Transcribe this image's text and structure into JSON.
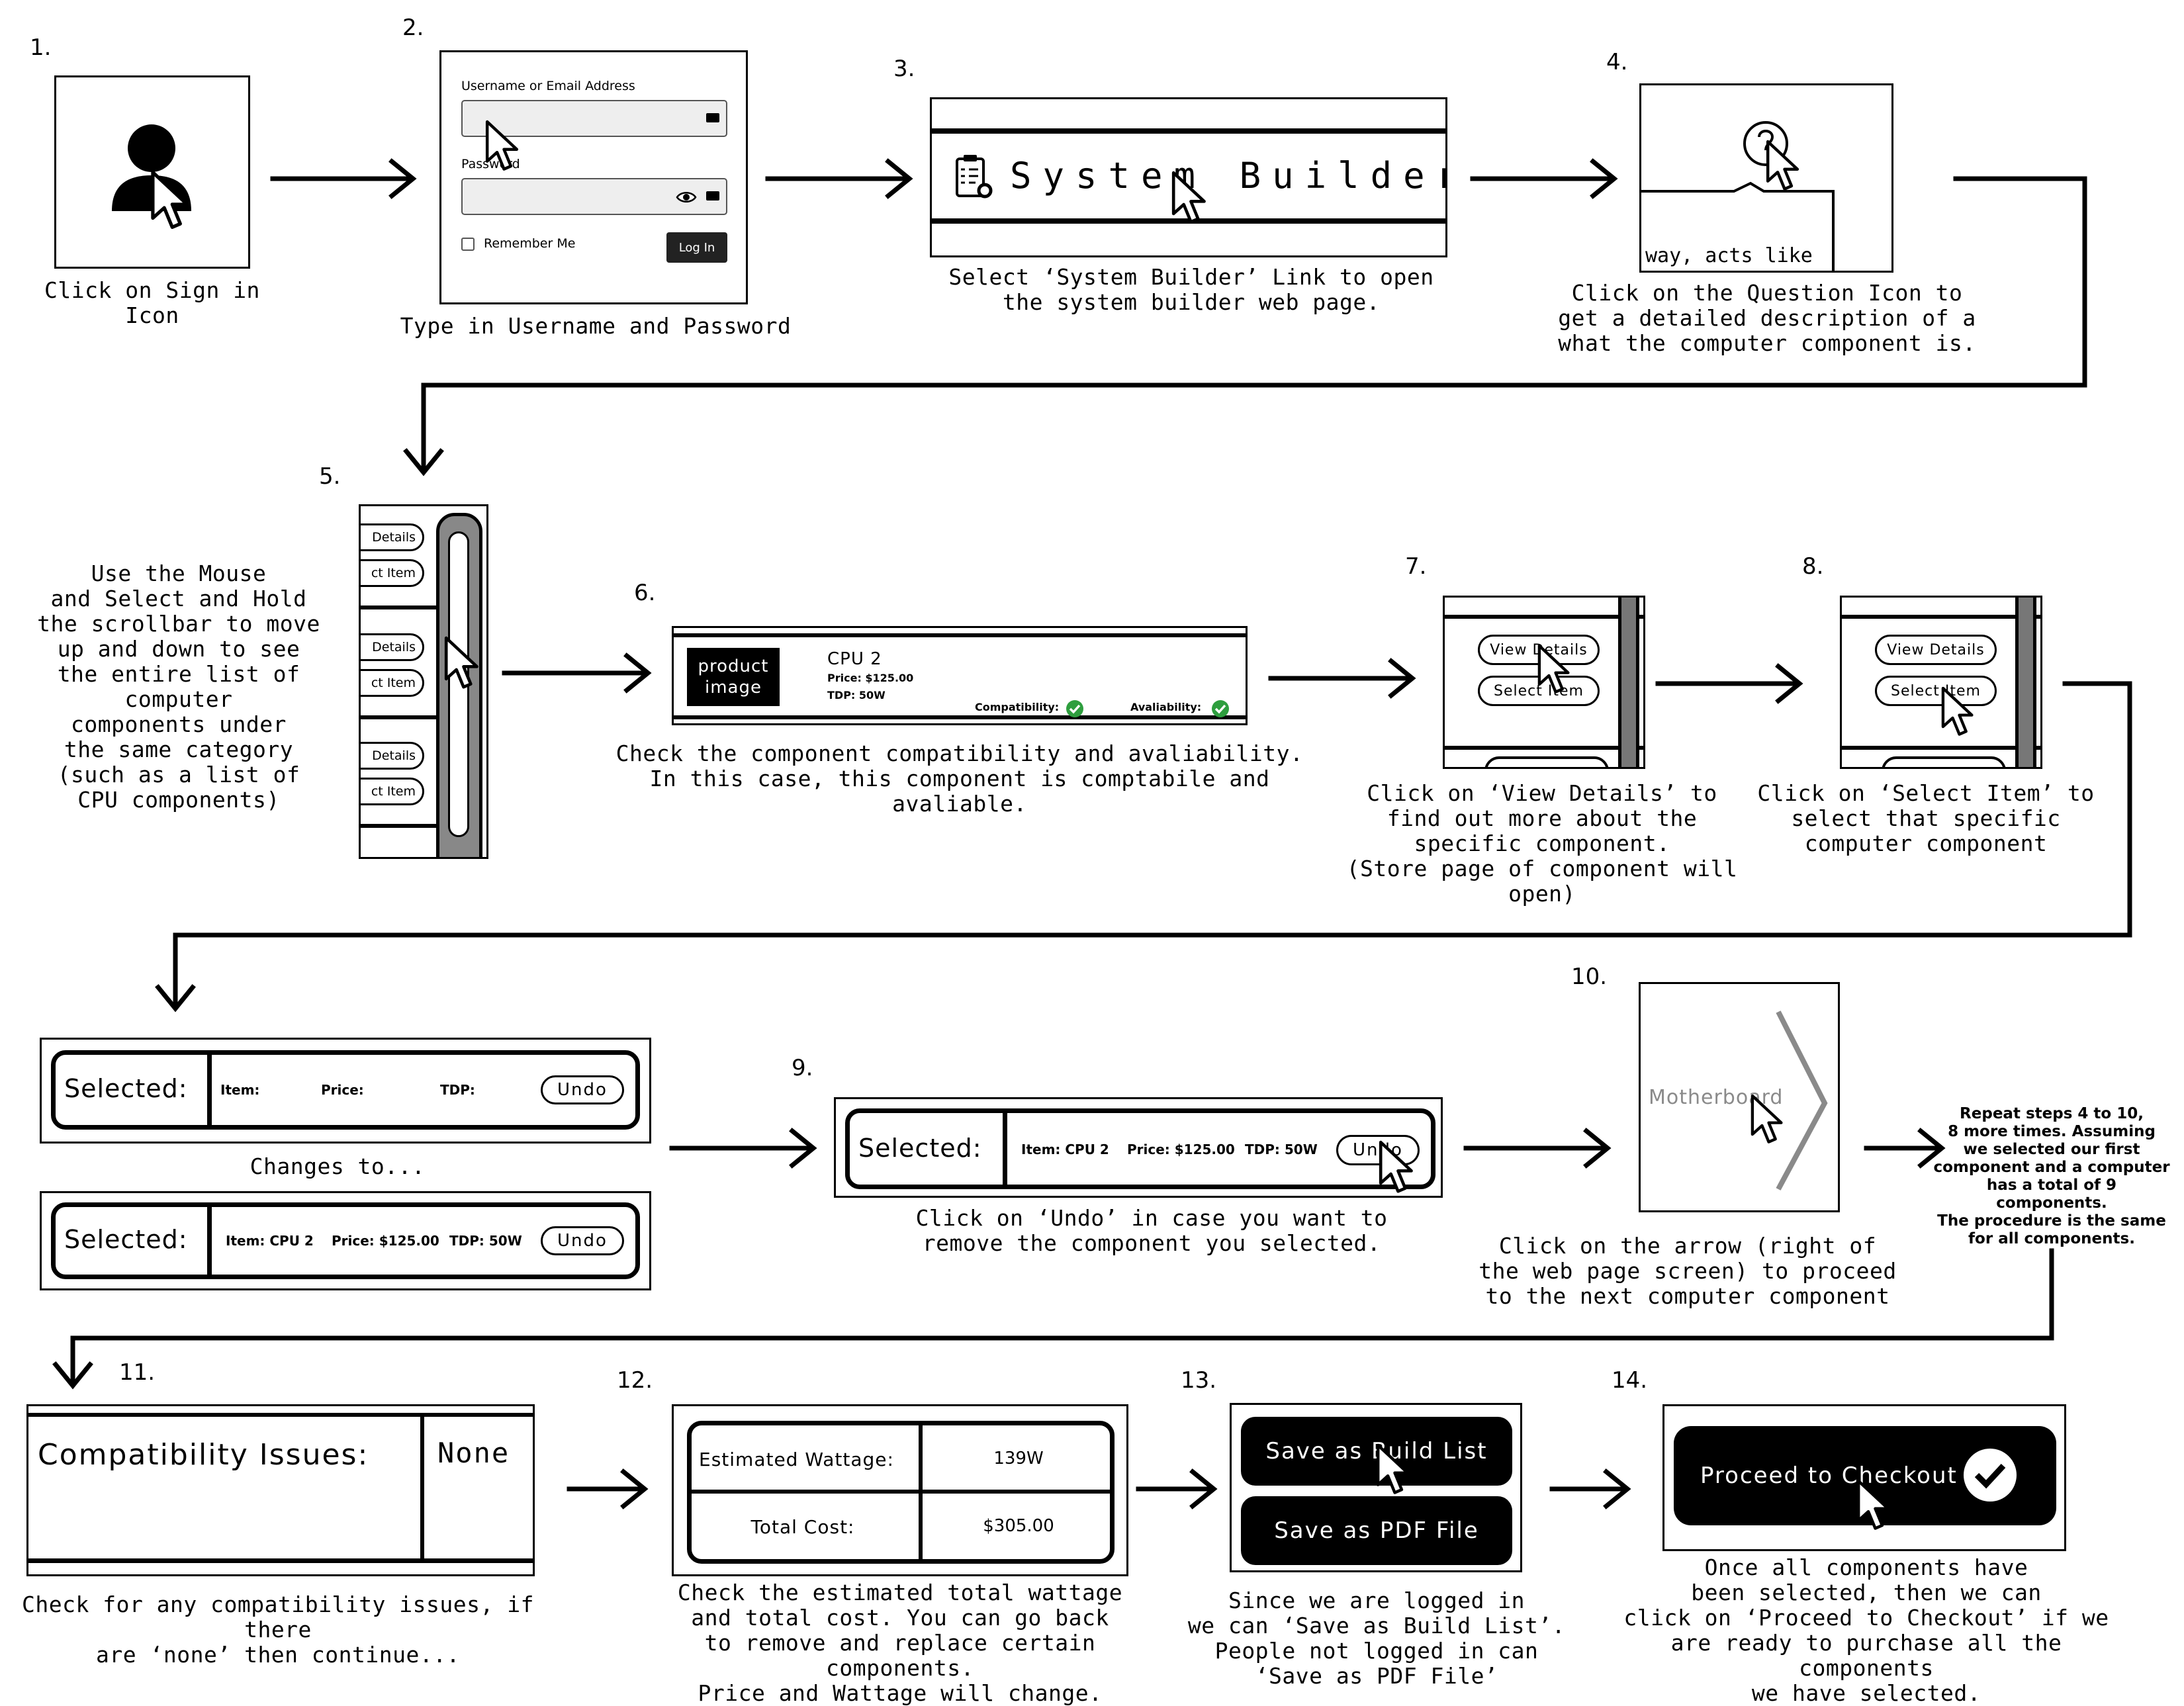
{
  "steps": {
    "s1": {
      "num": "1.",
      "caption": "Click on Sign in Icon"
    },
    "s2": {
      "num": "2.",
      "caption": "Type in Username and Password",
      "username_label": "Username or Email Address",
      "password_label": "Password",
      "remember_label": "Remember Me",
      "login_label": "Log In"
    },
    "s3": {
      "num": "3.",
      "caption": "Select ‘System Builder’ Link to open\nthe system builder web page.",
      "link_text": "System Builder"
    },
    "s4": {
      "num": "4.",
      "caption": "Click on the Question Icon to\nget a detailed description of a\nwhat the computer component is.",
      "tooltip_text": "way, acts like"
    },
    "s5": {
      "num": "5.",
      "caption": "Use the Mouse\nand Select and Hold\nthe scrollbar to move\nup and down to see\nthe entire list of computer\ncomponents under\nthe same category\n(such as a list of\nCPU components)",
      "details_label": "Details",
      "item_label": "ct Item"
    },
    "s6": {
      "num": "6.",
      "caption": "Check the component compatibility and avaliability.\nIn this case, this component is comptabile and avaliable.",
      "product_image": "product\nimage",
      "cpu_name": "CPU 2",
      "price": "Price: $125.00",
      "tdp": "TDP: 50W",
      "compat_label": "Compatibility:",
      "avail_label": "Avaliability:"
    },
    "s7": {
      "num": "7.",
      "caption": "Click on ‘View Details’ to\nfind out more about the\nspecific component.\n(Store page of component will open)",
      "view_label": "View Details",
      "select_label": "Select Item"
    },
    "s8": {
      "num": "8.",
      "caption": "Click on ‘Select Item’ to\nselect that specific\ncomputer component",
      "view_label": "View Details",
      "select_label": "Select Item"
    },
    "changes": {
      "caption": "Changes to...",
      "selected_label": "Selected:",
      "before": {
        "item": "Item:",
        "price": "Price:",
        "tdp": "TDP:",
        "undo": "Undo"
      },
      "after": {
        "item": "Item: CPU 2",
        "price": "Price: $125.00",
        "tdp": "TDP: 50W",
        "undo": "Undo"
      }
    },
    "s9": {
      "num": "9.",
      "caption": "Click on ‘Undo’ in case you want to\nremove the component you selected.",
      "selected_label": "Selected:",
      "item": "Item: CPU 2",
      "price": "Price: $125.00",
      "tdp": "TDP: 50W",
      "undo": "Undo"
    },
    "s10": {
      "num": "10.",
      "caption": "Click on the arrow (right of\nthe web page screen) to proceed\nto the next computer component",
      "label": "Motherboard"
    },
    "repeat": {
      "caption": "Repeat steps 4 to 10,\n8 more times. Assuming\nwe selected our first\ncomponent and a computer\nhas a total of 9 components.\nThe procedure is the same\nfor all components."
    },
    "s11": {
      "num": "11.",
      "caption": "Check for any compatibility issues, if there\nare ‘none’ then continue...",
      "label": "Compatibility Issues:",
      "value": "None"
    },
    "s12": {
      "num": "12.",
      "caption": "Check the estimated total wattage\nand total cost. You can go back\nto remove and replace certain components.\nPrice and Wattage will change.",
      "wattage_label": "Estimated Wattage:",
      "wattage_value": "139W",
      "cost_label": "Total Cost:",
      "cost_value": "$305.00"
    },
    "s13": {
      "num": "13.",
      "caption": "Since we are logged in\nwe can ‘Save as Build List’.\nPeople not logged in can\n‘Save as PDF File’",
      "build_btn": "Save as Build List",
      "pdf_btn": "Save as PDF File"
    },
    "s14": {
      "num": "14.",
      "caption": "Once all components have\nbeen selected, then we can\nclick on ‘Proceed to Checkout’ if we\nare ready to purchase all the components\nwe have selected.",
      "checkout_btn": "Proceed to Checkout"
    }
  },
  "colors": {
    "ink": "#000000",
    "paper": "#ffffff",
    "field_gray": "#eeeeee",
    "scroll_gray": "#888888",
    "check_green": "#2e9e3e",
    "arrow_gray": "#8a8a8a"
  },
  "icons": [
    "user-icon",
    "cursor-icon",
    "clipboard-gear-icon",
    "question-icon",
    "eye-icon",
    "check-icon",
    "chevron-right-icon"
  ]
}
